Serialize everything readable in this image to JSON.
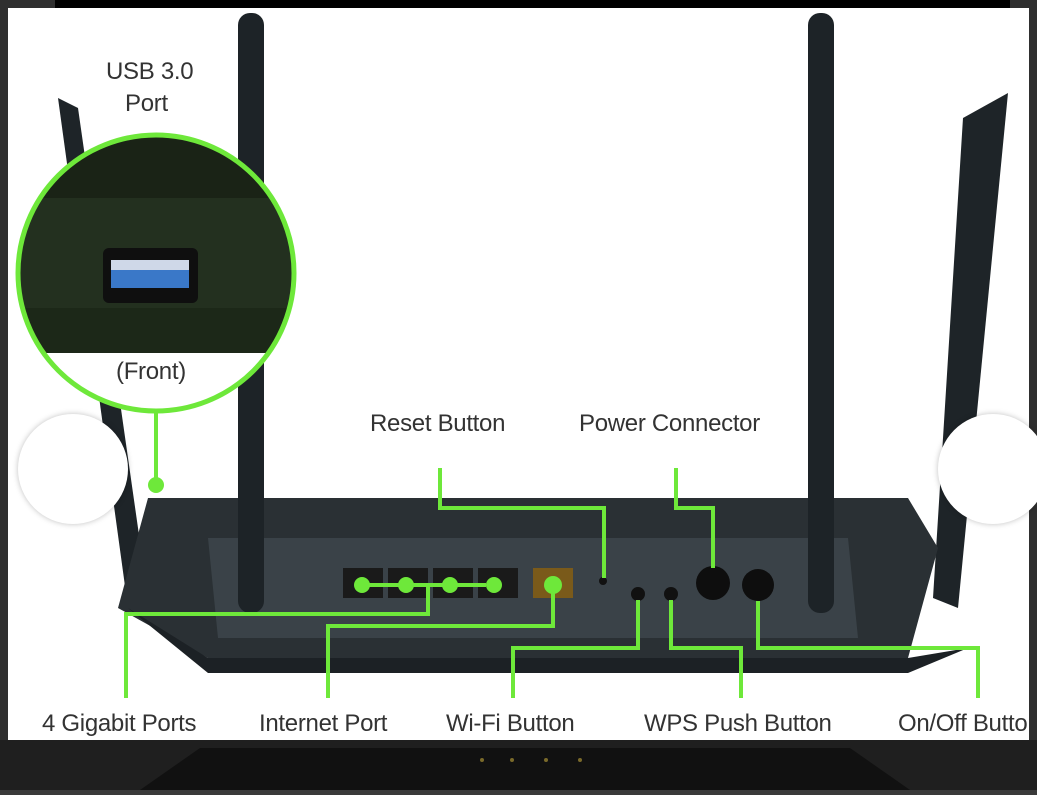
{
  "labels": {
    "usb_line1": "USB 3.0",
    "usb_line2": "Port",
    "front": "(Front)",
    "reset": "Reset Button",
    "power": "Power Connector",
    "gigabit": "4 Gigabit Ports",
    "internet": "Internet Port",
    "wifi": "Wi-Fi Button",
    "wps": "WPS Push Button",
    "onoff": "On/Off Butto"
  },
  "colors": {
    "accent_green": "#6ee83a",
    "router_body": "#2a3034",
    "background": "#ffffff"
  },
  "icons": [
    "router-image",
    "usb-port-zoom",
    "nav-left-arrow",
    "nav-right-arrow"
  ]
}
